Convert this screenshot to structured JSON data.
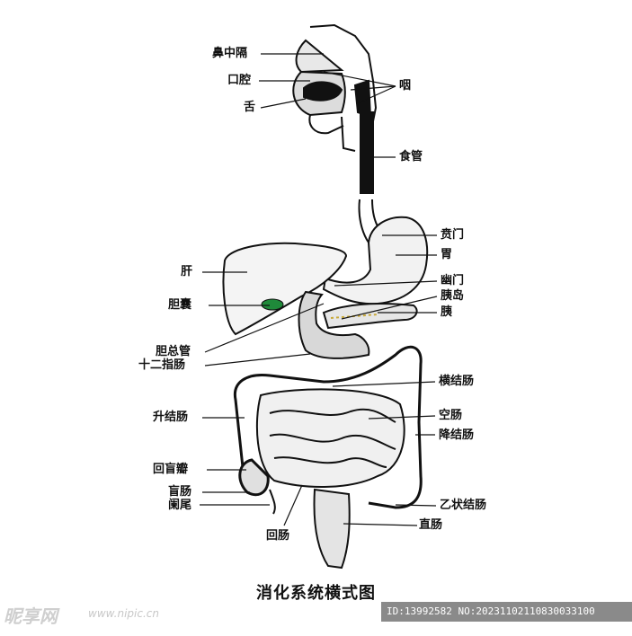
{
  "title": "消化系统横式图",
  "labels": {
    "nasal_septum": "鼻中隔",
    "oral_cavity": "口腔",
    "tongue": "舌",
    "pharynx": "咽",
    "esophagus": "食管",
    "cardia": "贲门",
    "stomach": "胃",
    "liver": "肝",
    "pylorus": "幽门",
    "islets": "胰岛",
    "gallbladder": "胆囊",
    "pancreas": "胰",
    "common_bile_duct": "胆总管",
    "duodenum": "十二指肠",
    "transverse_colon": "横结肠",
    "ascending_colon": "升结肠",
    "jejunum": "空肠",
    "descending_colon": "降结肠",
    "ileocecal_valve": "回盲瓣",
    "cecum": "盲肠",
    "appendix": "阑尾",
    "sigmoid_colon": "乙状结肠",
    "rectum": "直肠",
    "ileum": "回肠"
  },
  "watermark": {
    "logo": "昵享网",
    "url": "www.nipic.cn",
    "id_text": "ID:13992582 NO:20231102110830033100"
  },
  "colors": {
    "ink": "#111111",
    "gallbladder": "#1f8a3a",
    "idbar": "#8a8a8a"
  }
}
